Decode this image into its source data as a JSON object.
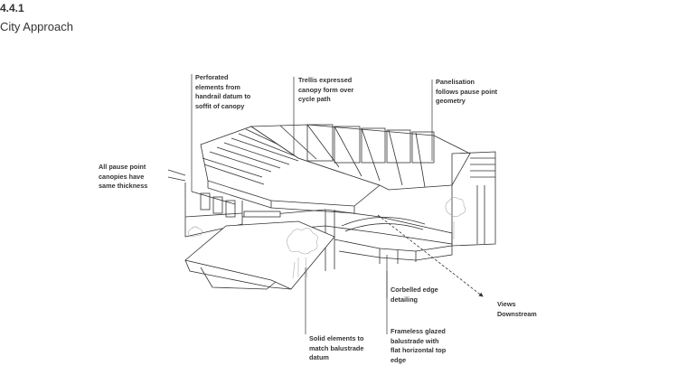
{
  "header": {
    "section_number": "4.4.1",
    "section_title": "City Approach"
  },
  "annotations": [
    {
      "id": "perforated",
      "text": "Perforated\nelements from\nhandrail datum to\nsoffit of canopy"
    },
    {
      "id": "trellis",
      "text": "Trellis expressed\ncanopy form over\ncycle path"
    },
    {
      "id": "panelisation",
      "text": "Panelisation\nfollows pause point\ngeometry"
    },
    {
      "id": "pause-canopies",
      "text": "All pause point\ncanopies have\nsame thickness"
    },
    {
      "id": "corbelled",
      "text": "Corbelled edge\ndetailing"
    },
    {
      "id": "views",
      "text": "Views\nDownstream"
    },
    {
      "id": "solid",
      "text": "Solid elements to\nmatch balustrade\ndatum"
    },
    {
      "id": "frameless",
      "text": "Frameless glazed\nbalustrade with\nflat horizontal top\nedge"
    }
  ],
  "colors": {
    "line": "#333333",
    "hatch": "#888888",
    "foliage": "#bbbbbb"
  }
}
